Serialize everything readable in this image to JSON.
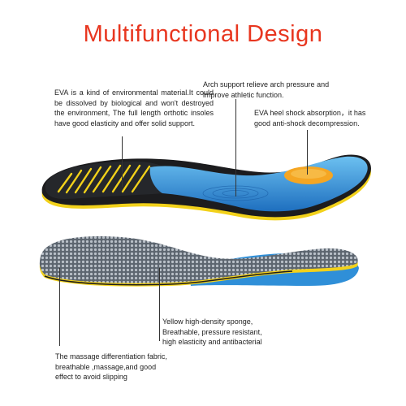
{
  "title": "Multifunctional Design",
  "notes": {
    "eva": "EVA is a kind of environmental material.It could be dissolved by biological and won't destroyed the environment, The full length orthotic insoles have good elasticity and offer solid support.",
    "arch": "Arch support relieve arch pressure and improve athletic function.",
    "heel": "EVA heel shock absorption，it has good anti-shock decompression.",
    "sponge": "Yellow high-density sponge, Breathable, pressure resistant, high elasticity and antibacterial",
    "fabric": "The massage differentiation fabric, breathable ,massage,and good effect to avoid slipping"
  },
  "colors": {
    "title": "#e8361f",
    "insole_top_blue": "#2f8fd8",
    "insole_black": "#1c1c1e",
    "edge_yellow": "#f2d11a",
    "heel_pad": "#f5a623",
    "mesh_gray": "#8c939c"
  }
}
